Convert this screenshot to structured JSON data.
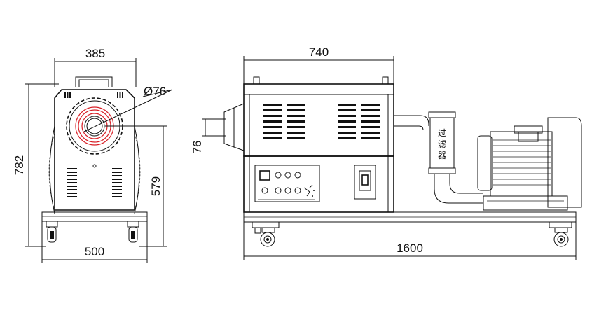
{
  "front_view": {
    "dim_width_top": "385",
    "dim_diameter": "Ø76",
    "dim_height_total": "782",
    "dim_height_outlet": "579",
    "dim_width_base": "500"
  },
  "side_view": {
    "dim_length_box": "740",
    "dim_outlet_height": "76",
    "dim_length_total": "1600",
    "filter_label_chars": [
      "过",
      "滤",
      "器"
    ]
  },
  "colors": {
    "line": "#111111",
    "highlight": "#d81f26",
    "background": "#ffffff"
  }
}
